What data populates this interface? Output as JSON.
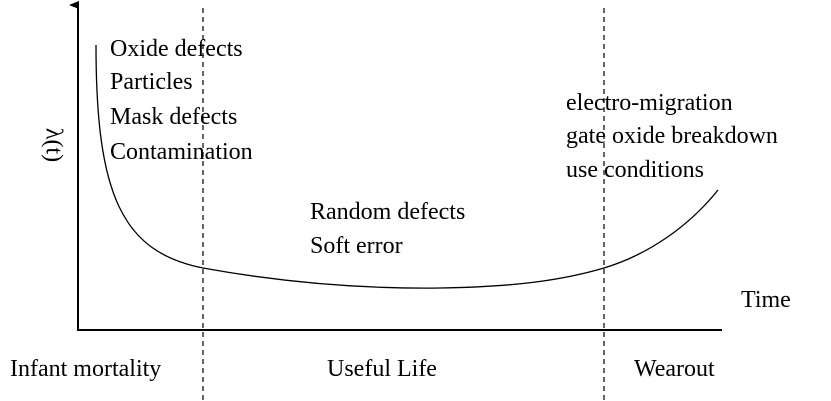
{
  "y_axis_label": "λ(t)",
  "x_axis_label": "Time",
  "infant_causes": [
    "Oxide defects",
    "Particles",
    "Mask defects",
    "Contamination"
  ],
  "useful_causes": [
    "Random defects",
    "Soft error"
  ],
  "wearout_causes": [
    "electro-migration",
    "gate oxide breakdown",
    "use conditions"
  ],
  "regions": {
    "infant": "Infant mortality",
    "useful": "Useful Life",
    "wearout": "Wearout"
  },
  "colors": {
    "ink": "#000000",
    "background": "#ffffff"
  }
}
